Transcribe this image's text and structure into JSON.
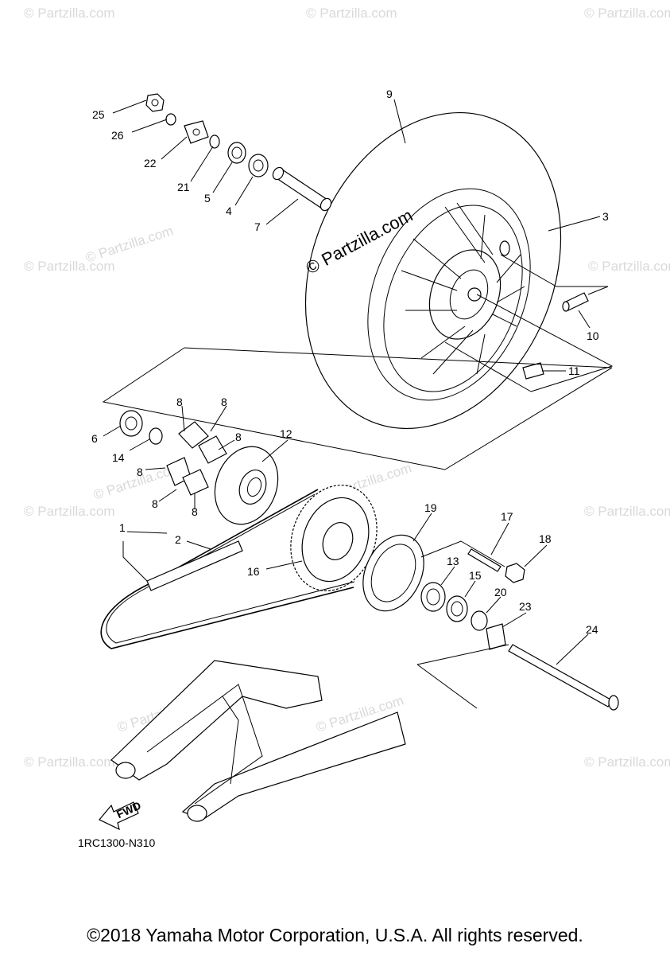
{
  "diagram": {
    "drawing_code": "1RC1300-N310",
    "copyright": "©2018 Yamaha Motor Corporation, U.S.A. All rights reserved.",
    "watermark": "© Partzilla.com",
    "fwd_label": "FWD",
    "callouts": {
      "p1": "1",
      "p2": "2",
      "p3": "3",
      "p4": "4",
      "p5": "5",
      "p6": "6",
      "p7": "7",
      "p8a": "8",
      "p8b": "8",
      "p8c": "8",
      "p8d": "8",
      "p8e": "8",
      "p8f": "8",
      "p9": "9",
      "p10": "10",
      "p11": "11",
      "p12": "12",
      "p13": "13",
      "p14": "14",
      "p15": "15",
      "p16": "16",
      "p17": "17",
      "p18": "18",
      "p19": "19",
      "p20": "20",
      "p21": "21",
      "p22": "22",
      "p23": "23",
      "p24": "24",
      "p25": "25",
      "p26": "26"
    }
  }
}
